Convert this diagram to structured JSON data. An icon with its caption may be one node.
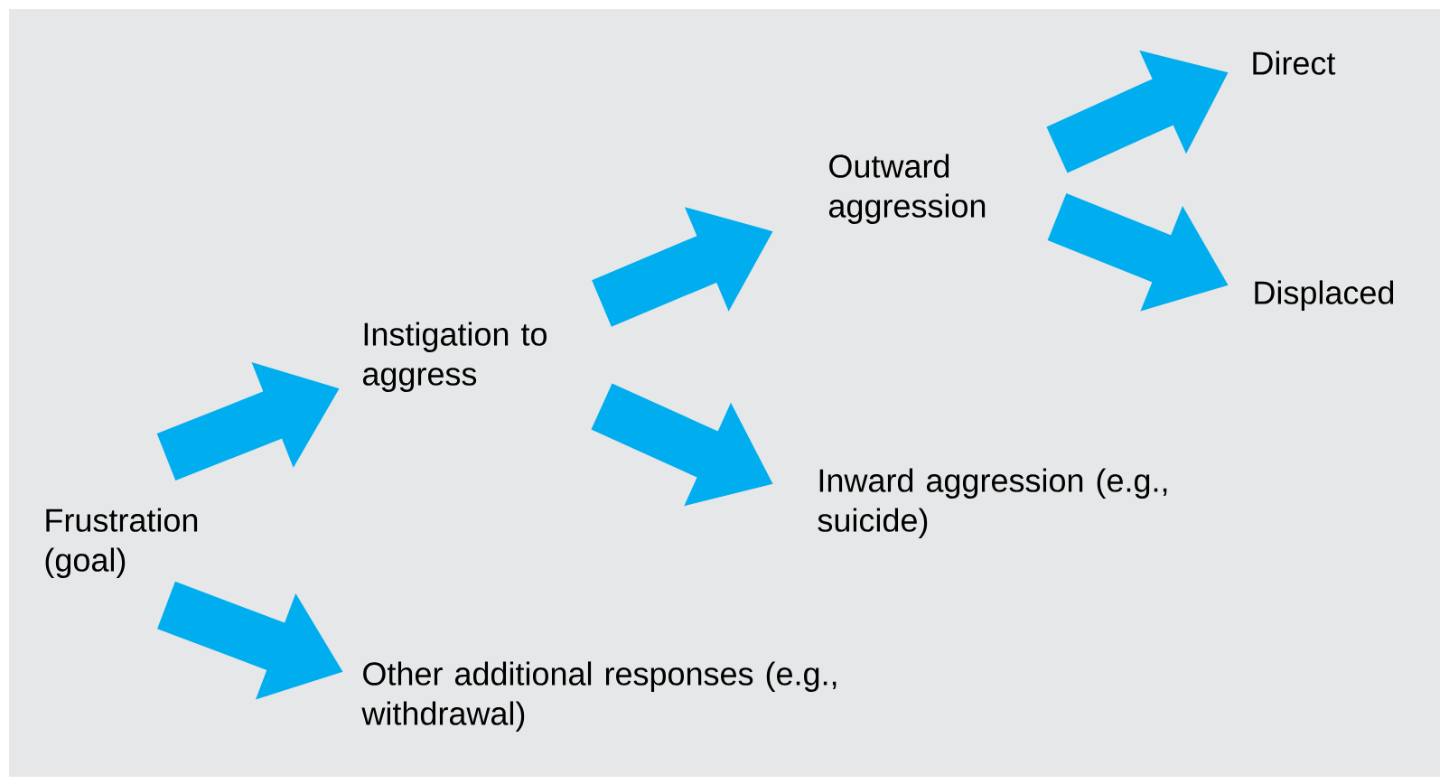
{
  "diagram": {
    "nodes": [
      {
        "text": [
          "Frustration (goal)"
        ]
      },
      {
        "text": [
          "Instigation to aggress"
        ]
      },
      {
        "text": [
          "Other additional responses (e.g., withdrawal)"
        ]
      },
      {
        "text": [
          "Outward aggression"
        ]
      },
      {
        "text": [
          "Inward aggression (e.g., suicide)"
        ]
      },
      {
        "text": [
          "Direct"
        ]
      },
      {
        "text": [
          "Displaced"
        ]
      }
    ],
    "edges": [
      {
        "from": 0,
        "to": 1,
        "arrow": "to"
      },
      {
        "from": 0,
        "to": 2,
        "arrow": "to"
      },
      {
        "from": 1,
        "to": 3,
        "arrow": "to"
      },
      {
        "from": 1,
        "to": 4,
        "arrow": "to"
      },
      {
        "from": 3,
        "to": 5,
        "arrow": "to"
      },
      {
        "from": 3,
        "to": 6,
        "arrow": "to"
      }
    ]
  }
}
